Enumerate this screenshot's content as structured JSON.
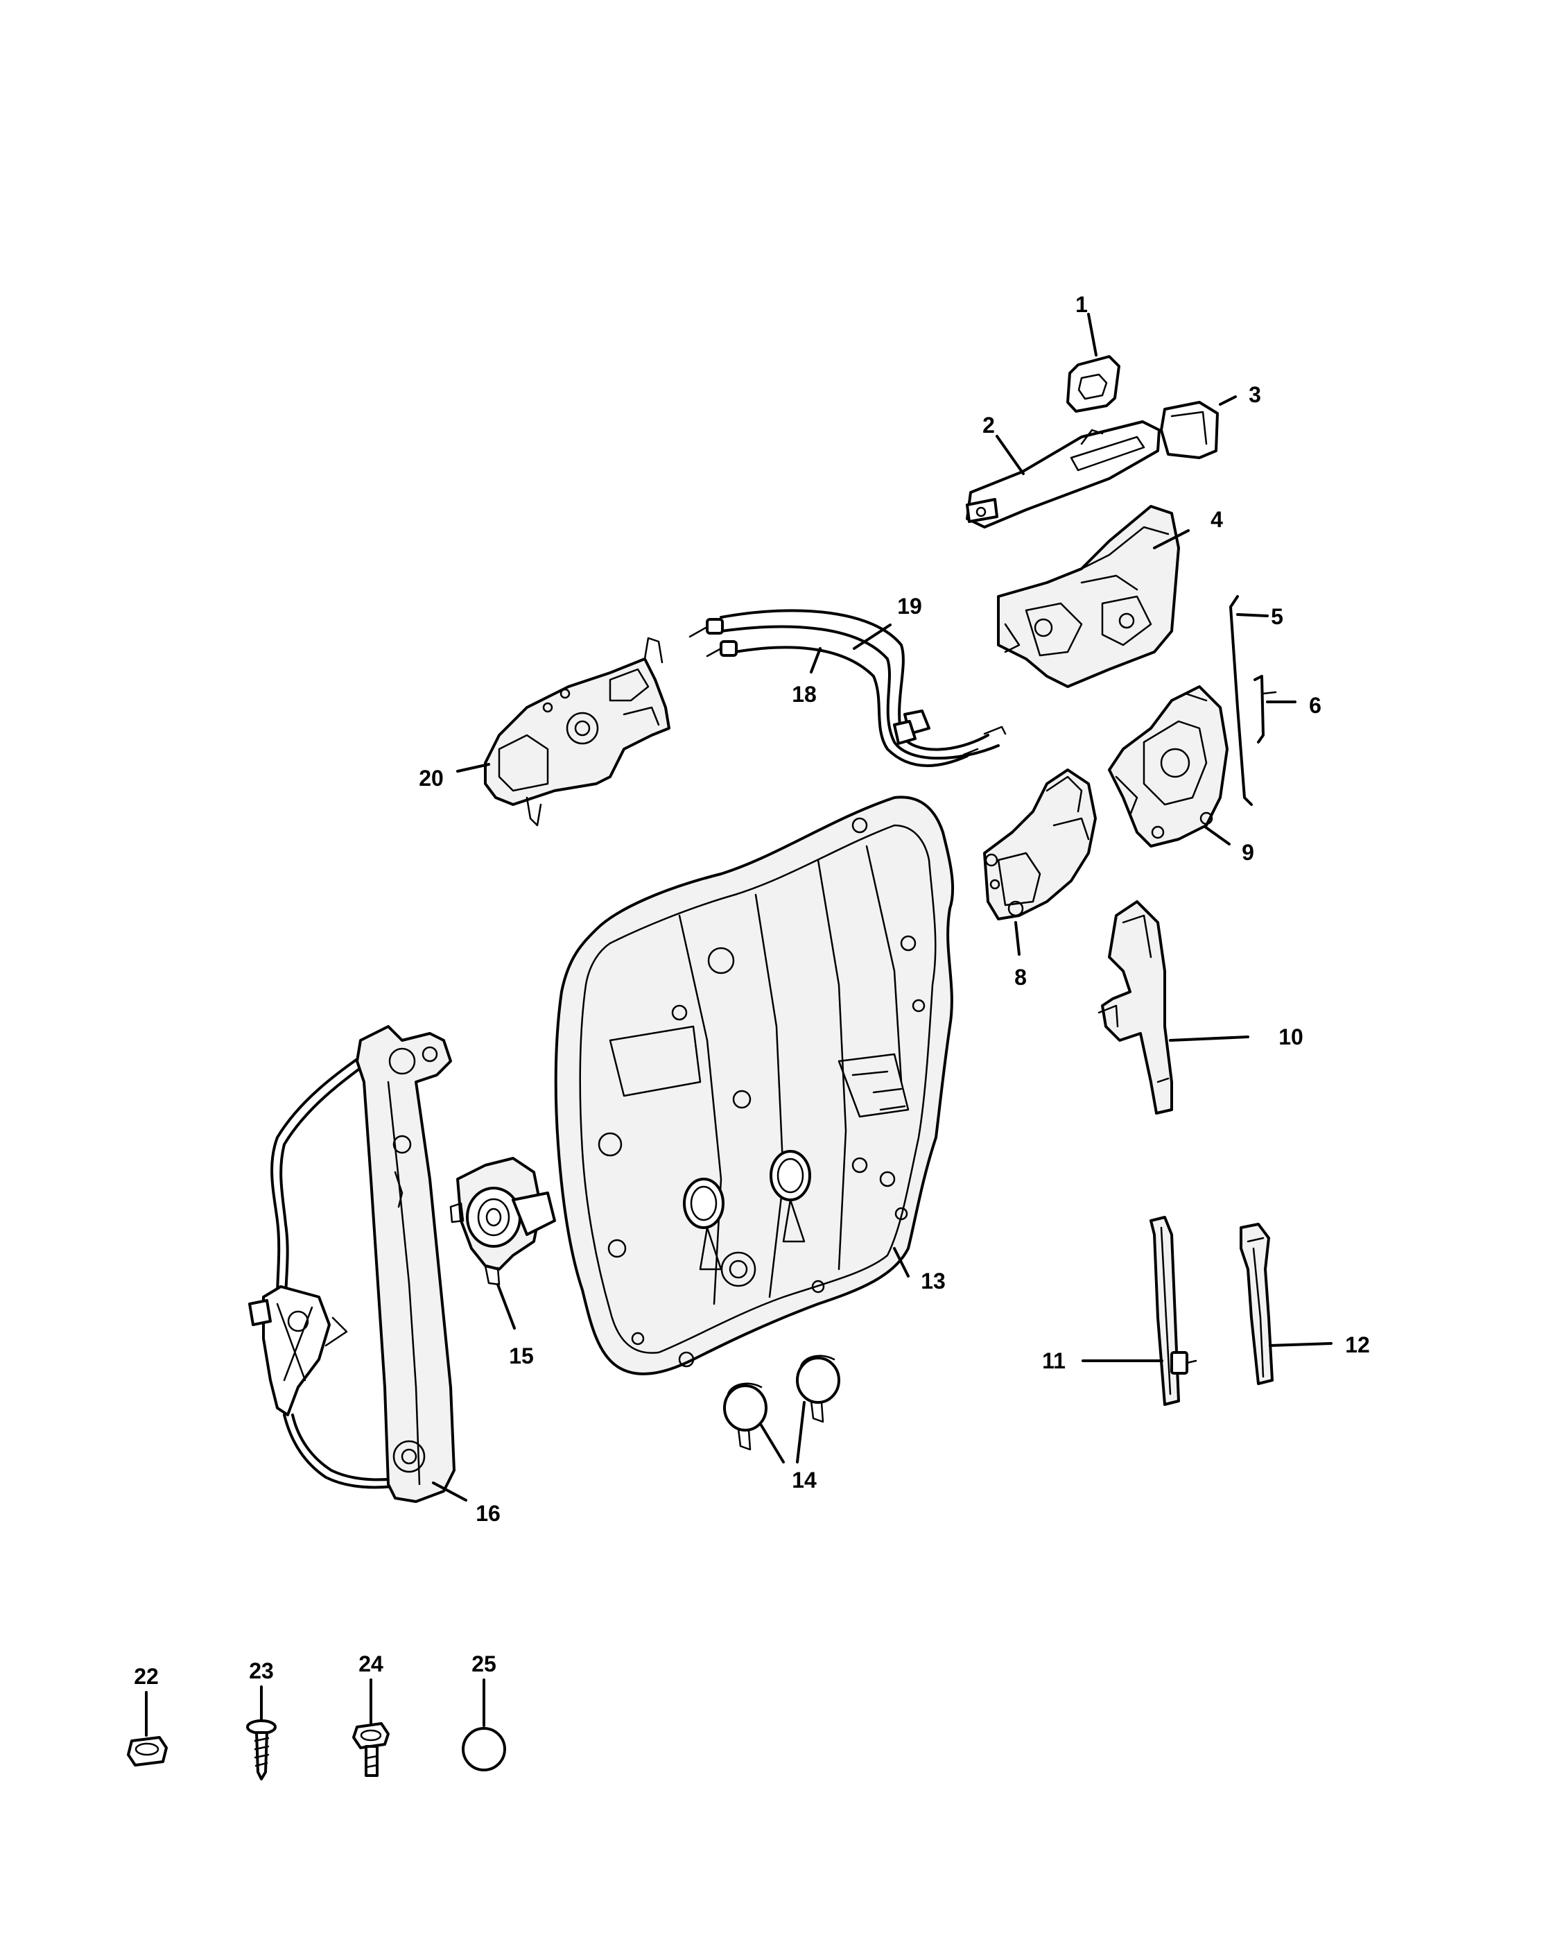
{
  "diagram": {
    "callouts": [
      {
        "id": "c1",
        "label": "1"
      },
      {
        "id": "c2",
        "label": "2"
      },
      {
        "id": "c3",
        "label": "3"
      },
      {
        "id": "c4",
        "label": "4"
      },
      {
        "id": "c5",
        "label": "5"
      },
      {
        "id": "c6",
        "label": "6"
      },
      {
        "id": "c8",
        "label": "8"
      },
      {
        "id": "c9",
        "label": "9"
      },
      {
        "id": "c10",
        "label": "10"
      },
      {
        "id": "c11",
        "label": "11"
      },
      {
        "id": "c12",
        "label": "12"
      },
      {
        "id": "c13",
        "label": "13"
      },
      {
        "id": "c14",
        "label": "14"
      },
      {
        "id": "c15",
        "label": "15"
      },
      {
        "id": "c16",
        "label": "16"
      },
      {
        "id": "c18",
        "label": "18"
      },
      {
        "id": "c19",
        "label": "19"
      },
      {
        "id": "c20",
        "label": "20"
      },
      {
        "id": "c22",
        "label": "22"
      },
      {
        "id": "c23",
        "label": "23"
      },
      {
        "id": "c24",
        "label": "24"
      },
      {
        "id": "c25",
        "label": "25"
      }
    ]
  }
}
